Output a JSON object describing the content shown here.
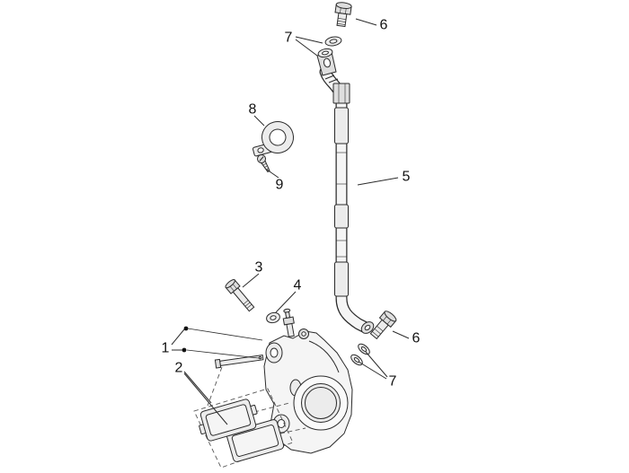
{
  "theme": {
    "bg": "#ffffff",
    "line": "#2b2b2b",
    "fill_light": "#ececec",
    "fill_mid": "#dedede",
    "fill_soft": "#f5f5f5",
    "label_color": "#111111"
  },
  "callouts": {
    "c1": "1",
    "c2": "2",
    "c3": "3",
    "c4": "4",
    "c5": "5",
    "c6_top": "6",
    "c6_bottom": "6",
    "c7_top": "7",
    "c7_bottom": "7",
    "c8": "8",
    "c9": "9"
  }
}
